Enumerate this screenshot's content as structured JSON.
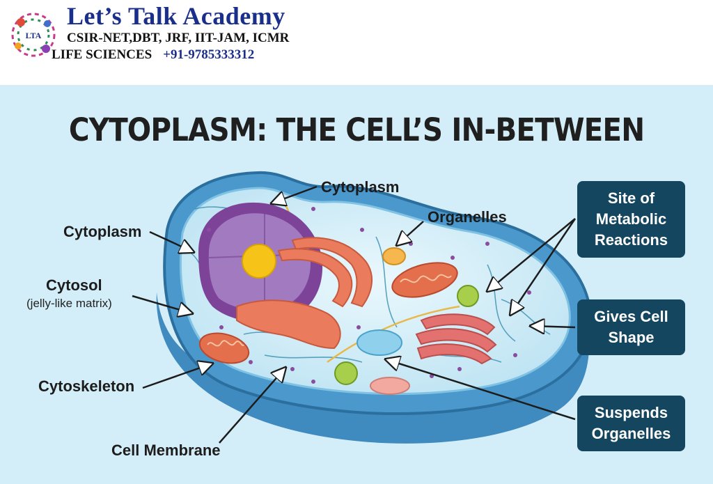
{
  "header": {
    "brand": "Let’s Talk Academy",
    "exams": "CSIR-NET,DBT, JRF, IIT-JAM, ICMR",
    "subject": "LIFE SCIENCES",
    "phone": "+91-9785333312",
    "logo_text": "LTA"
  },
  "diagram": {
    "title": "CYTOPLASM: THE CELL’S IN-BETWEEN",
    "labels": {
      "cytoplasm_top": "Cytoplasm",
      "organelles": "Organelles",
      "cytoplasm_left": "Cytoplasm",
      "cytosol": "Cytosol",
      "cytosol_note": "(jelly-like matrix)",
      "cytoskeleton": "Cytoskeleton",
      "cell_membrane": "Cell Membrane"
    },
    "boxes": {
      "metabolic_line1": "Site of",
      "metabolic_line2": "Metabolic",
      "metabolic_line3": "Reactions",
      "shape_line1": "Gives Cell",
      "shape_line2": "Shape",
      "suspends_line1": "Suspends",
      "suspends_line2": "Organelles"
    },
    "colors": {
      "background": "#d3eef8",
      "box_fill": "#14465f",
      "membrane": "#2f7fb8",
      "nucleus": "#8d55a8",
      "nucleolus": "#f6c419",
      "golgi": "#ea7b5c",
      "mitochondria": "#e36f4c"
    }
  }
}
